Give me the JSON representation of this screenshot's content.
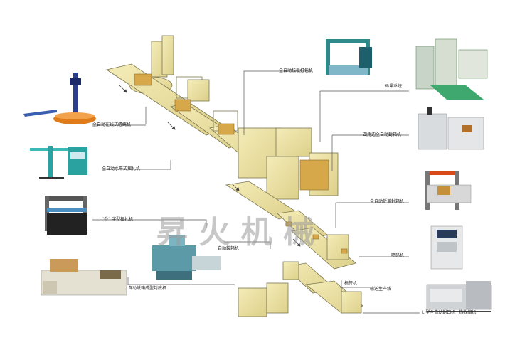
{
  "labels": {
    "pallet_strapping": "全自动栈板打包机",
    "palletizing": "码垛系统",
    "four_corner_sealer": "四角边全自动封箱机",
    "fold_cover_sealer": "全自动折盖封箱机",
    "inkjet": "喷码机",
    "l_type_shrink": "L 型全自动封口机+热收缩机",
    "production_line": "输送生产线",
    "labeling": "标签机",
    "auto_packer": "自动装箱机",
    "carton_erector": "自动纸箱成型封底机",
    "c_strapping": "“乔” 字型捆扎机",
    "horizontal_strapping": "全自动水平式捆扎机",
    "online_wrapping": "全自动在线式缠绕机"
  },
  "watermark": "昇 火 机 械",
  "colors": {
    "machine_fill": "#efe6a6",
    "machine_stroke": "#7a7550",
    "leader_line": "#555555",
    "box_fill": "#d7a84a"
  },
  "icons": [
    "wrapping-machine-icon",
    "horizontal-strapper-icon",
    "c-strapper-icon",
    "carton-erector-icon",
    "auto-packer-icon",
    "pallet-strapper-icon",
    "palletizer-icon",
    "four-corner-sealer-icon",
    "fold-cover-sealer-icon",
    "inkjet-printer-icon",
    "l-sealer-shrink-icon"
  ]
}
